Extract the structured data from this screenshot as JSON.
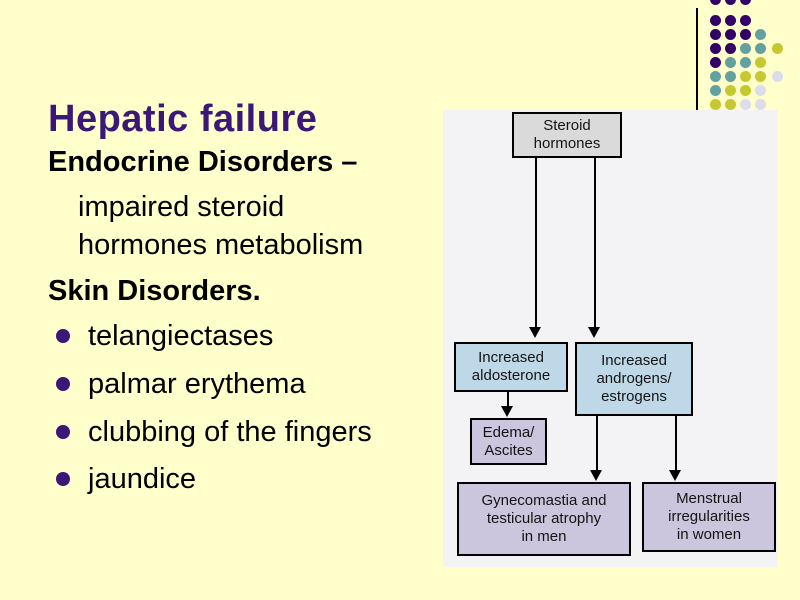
{
  "slide": {
    "title": "Hepatic failure"
  },
  "body": {
    "endocrine_heading": "Endocrine Disorders –",
    "endocrine_line2": "impaired steroid",
    "endocrine_line3": "hormones metabolism",
    "skin_heading": "Skin Disorders.",
    "bullets": [
      "telangiectases",
      "palmar erythema",
      "clubbing of the fingers",
      "jaundice"
    ]
  },
  "flowchart": {
    "steroid_hormones": "Steroid\nhormones",
    "increased_aldosterone": "Increased\naldosterone",
    "increased_androgens": "Increased\nandrogens/\nestrogens",
    "edema_ascites": "Edema/\nAscites",
    "gynecomastia": "Gynecomastia and\ntesticular atrophy\nin men",
    "menstrual_irregularities": "Menstrual\nirregularities\nin women"
  },
  "decor": {
    "dot_grid": [
      [
        "P",
        "P",
        "P"
      ],
      [
        "P",
        "P",
        "P"
      ],
      [
        "P",
        "P",
        "P",
        "T"
      ],
      [
        "P",
        "P",
        "T",
        "T",
        "Y"
      ],
      [
        "P",
        "T",
        "T",
        "Y"
      ],
      [
        "T",
        "T",
        "Y",
        "Y",
        "L"
      ],
      [
        "T",
        "Y",
        "Y",
        "L"
      ],
      [
        "Y",
        "Y",
        "L",
        "L"
      ]
    ]
  },
  "colors": {
    "background": "#FFFFCC",
    "title_text": "#3B1878",
    "body_text": "#000000",
    "bullet_dot": "#3B1878",
    "diagram_bg": "#F3F3F5",
    "node_gray": "#DADADA",
    "node_blue": "#BFD8E8",
    "node_lavender": "#CBC5DD",
    "arrow": "#000000",
    "dot_purple": "#330066",
    "dot_teal": "#63A0A0",
    "dot_yellow": "#C6C832",
    "dot_lavender": "#DCDCEA"
  }
}
